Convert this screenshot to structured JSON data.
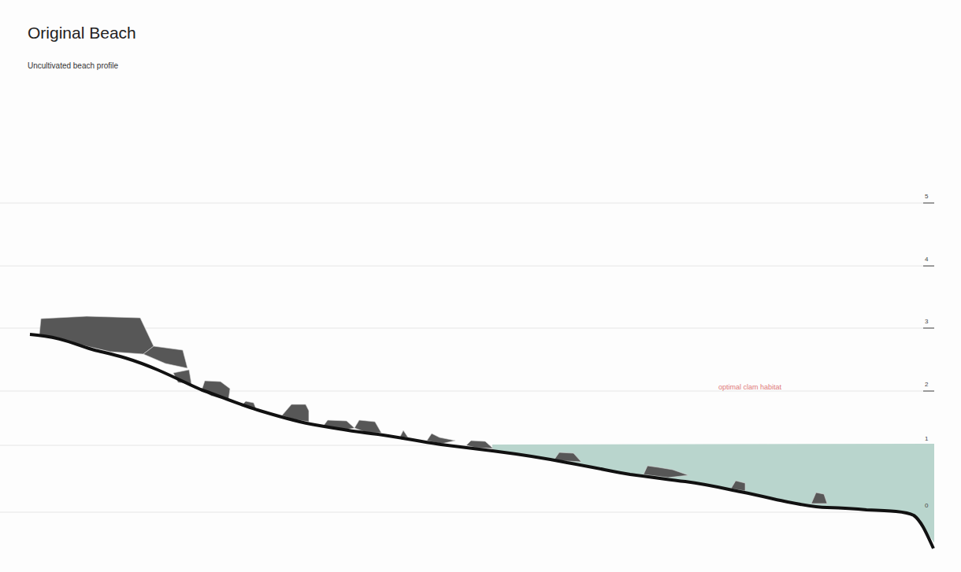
{
  "diagram": {
    "title": "Original Beach",
    "labels": [
      "Uncultivated beach profile",
      "5",
      "4",
      "3",
      "2",
      "1",
      "0",
      "optimal clam habitat"
    ]
  }
}
